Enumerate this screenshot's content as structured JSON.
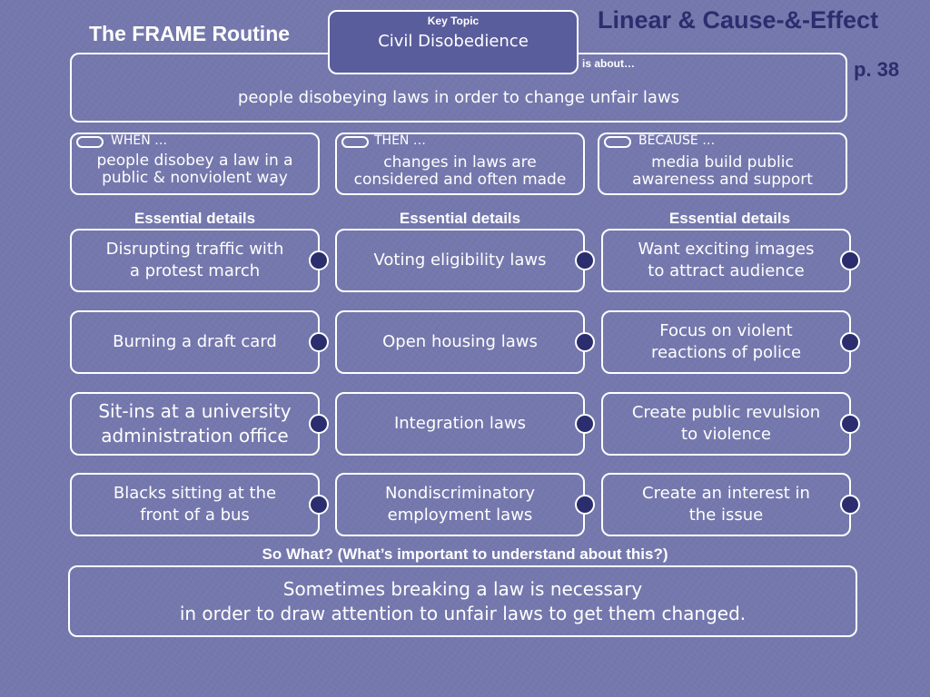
{
  "header": {
    "title": "The FRAME Routine",
    "subtitle": "Linear & Cause-&-Effect",
    "page": "p. 38"
  },
  "key_topic": {
    "label": "Key Topic",
    "value": "Civil Disobedience"
  },
  "is_about": {
    "label": "is about…",
    "value": "people disobeying laws in order to change unfair laws"
  },
  "columns": [
    {
      "label": "WHEN …",
      "statement": "people disobey a law in a\npublic & nonviolent way",
      "details_heading": "Essential details",
      "details": [
        "Disrupting traffic with\na protest march",
        "Burning a draft card",
        "Sit-ins at a university\nadministration office",
        "Blacks sitting at the\nfront of a bus"
      ]
    },
    {
      "label": "THEN …",
      "statement": "changes in laws are\nconsidered and often made",
      "details_heading": "Essential details",
      "details": [
        "Voting eligibility laws",
        "Open housing laws",
        "Integration laws",
        "Nondiscriminatory\nemployment laws"
      ]
    },
    {
      "label": "BECAUSE …",
      "statement": "media build public\nawareness and support",
      "details_heading": "Essential details",
      "details": [
        "Want exciting images\nto attract audience",
        "Focus on violent\nreactions of police",
        "Create public revulsion\nto violence",
        "Create an interest in\nthe issue"
      ]
    }
  ],
  "so_what": {
    "label": "So What? (What’s important to understand about this?)",
    "value": "Sometimes breaking a law is necessary\nin order to draw attention to unfair laws to get them changed."
  },
  "colors": {
    "background": "#7578ad",
    "box_border": "#ffffff",
    "key_topic_fill": "#5a5d9c",
    "subtitle": "#2b2d6e",
    "knob_fill": "#2b2d6e"
  }
}
